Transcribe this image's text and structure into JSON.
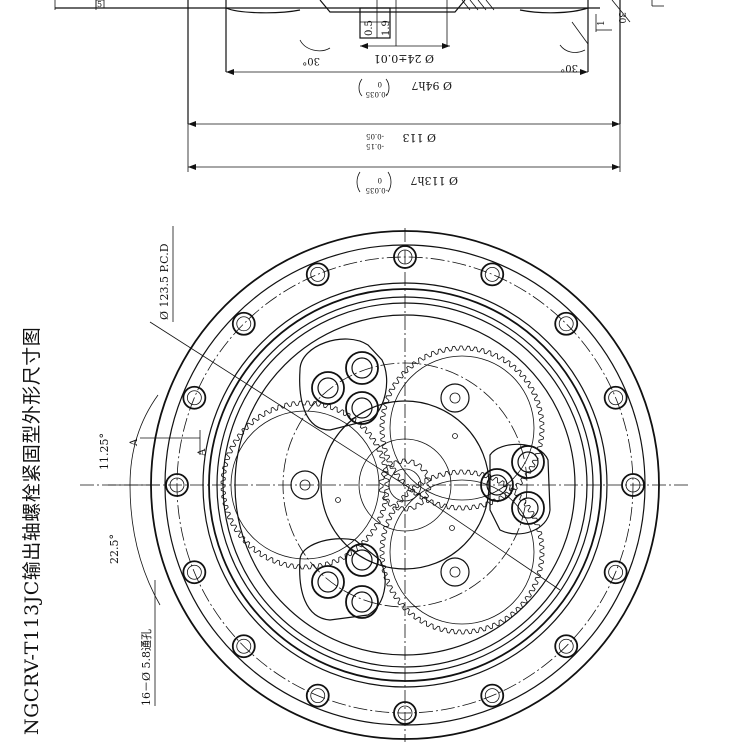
{
  "title": "NGCRV-T113JC输出轴螺栓紧固型外形尺寸图",
  "side_view": {
    "dims": {
      "d_113h7": "Ø 113h7",
      "d_113h7_tol_upper": "0",
      "d_113h7_tol_lower": "-0.035",
      "d_113": "Ø 113",
      "d_113_tol_upper": "-0.05",
      "d_113_tol_lower": "-0.15",
      "d_94h7": "Ø 94h7",
      "d_94h7_tol_upper": "0",
      "d_94h7_tol_lower": "-0.035",
      "d_24": "Ø 24±0.01",
      "dim_0_5": "0.5",
      "dim_1_9": "1.9",
      "angle_left": "30°",
      "angle_right": "30°",
      "dim_corner": "1",
      "dim_corner_2": "30",
      "dim_edge": "5"
    }
  },
  "front_view": {
    "pcd": "Ø 123.5 P.C.D",
    "angle_small": "11.25°",
    "angle_large": "22.5°",
    "hole_note": "16－Ø 5.8通孔",
    "section_a": "A"
  },
  "colors": {
    "ink": "#111111",
    "background": "#ffffff"
  }
}
